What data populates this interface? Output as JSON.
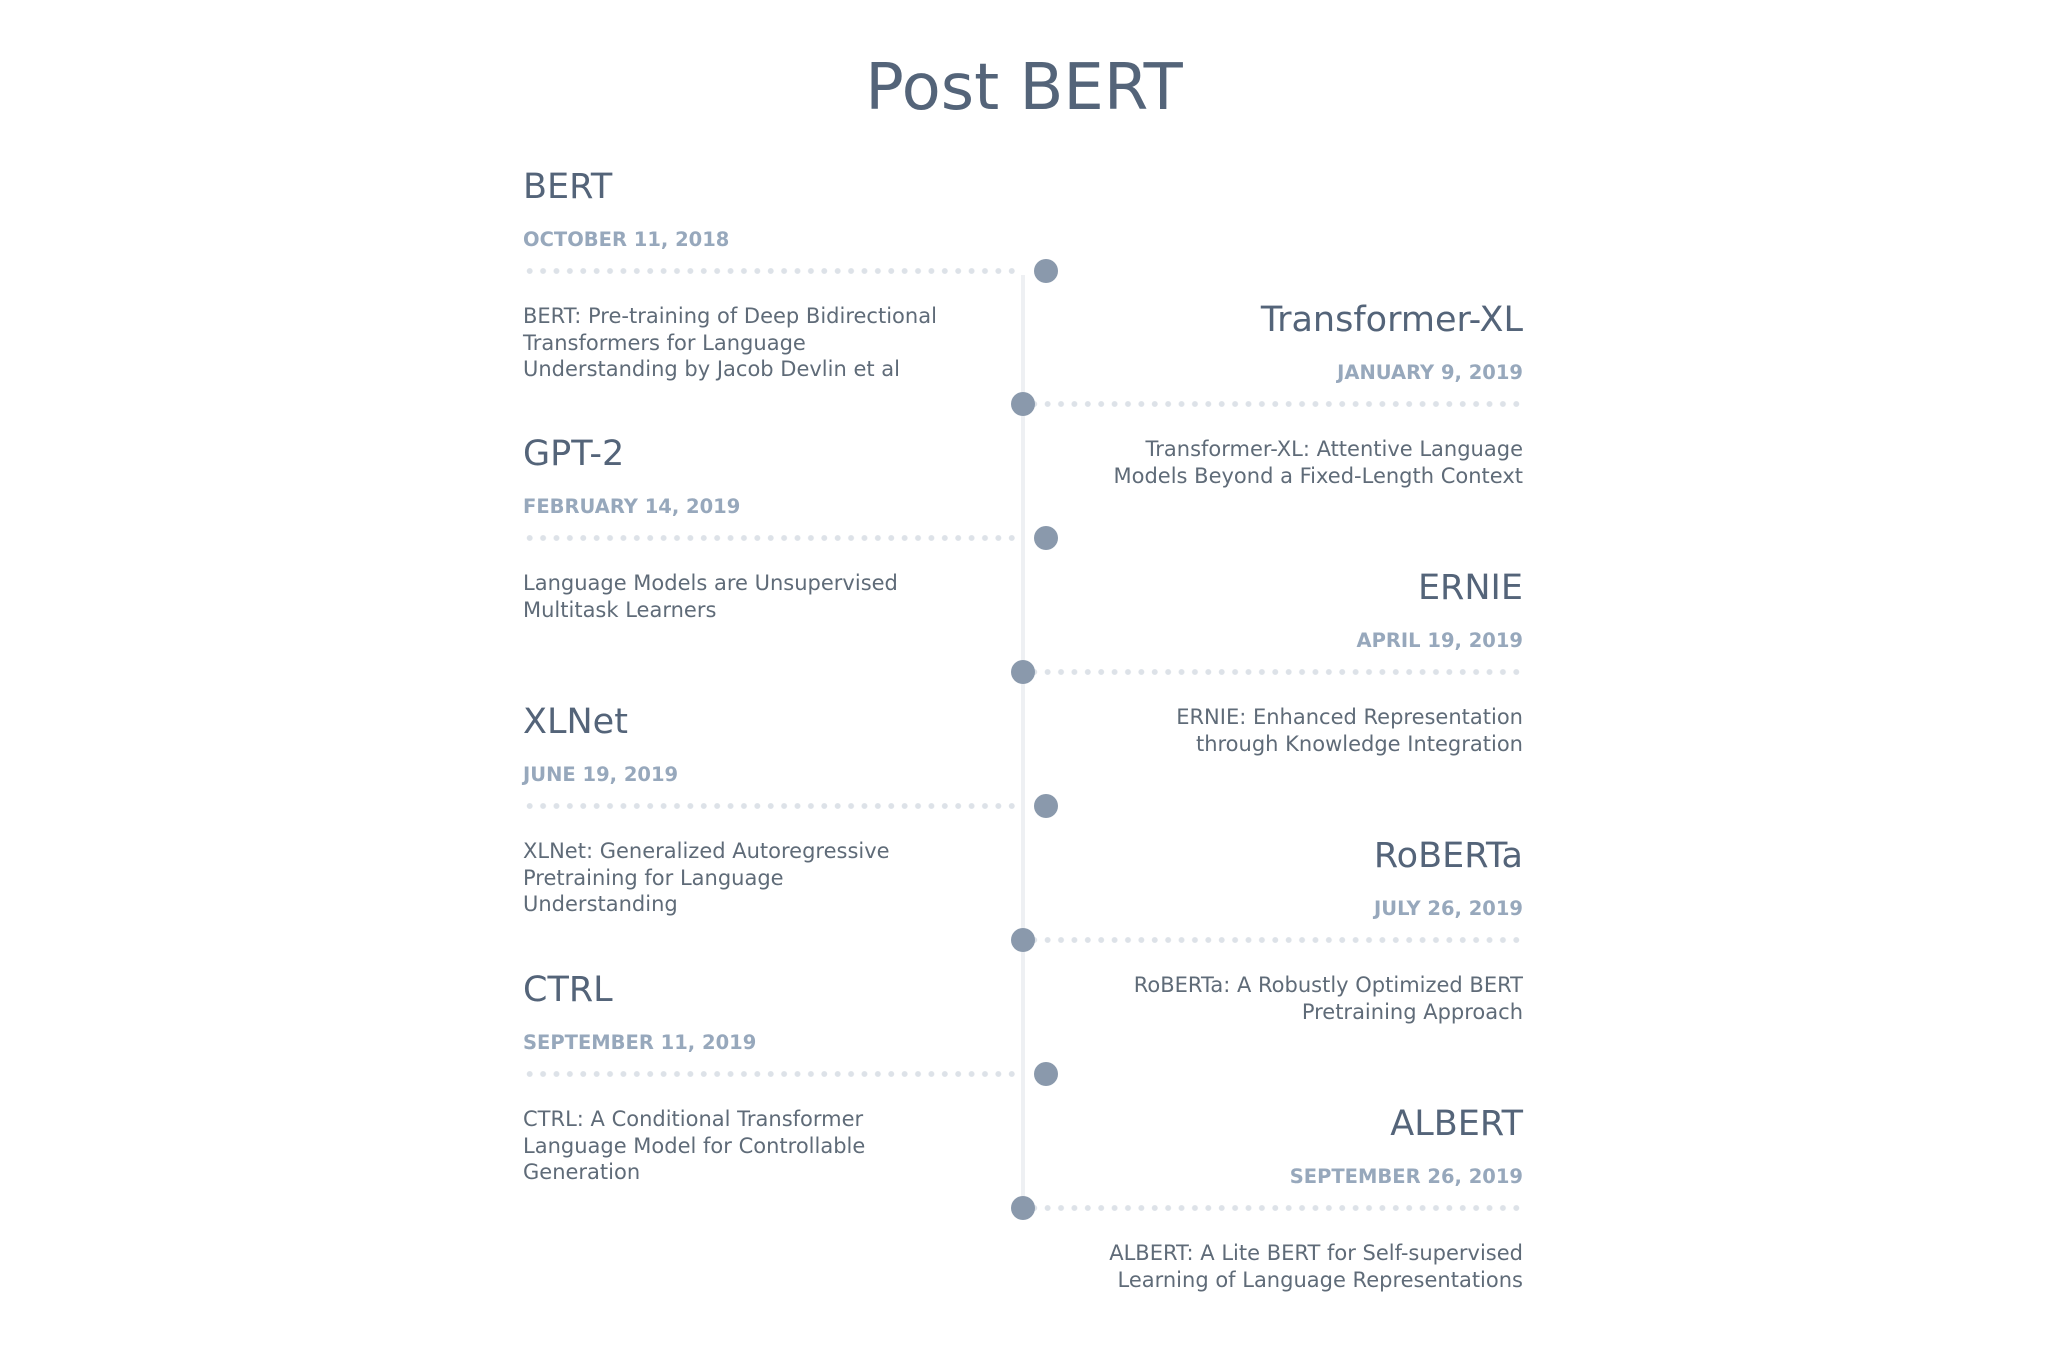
{
  "title": "Post BERT",
  "events": [
    {
      "name": "BERT",
      "date": "OCTOBER 11, 2018",
      "description": "BERT: Pre-training of Deep Bidirectional Transformers for Language Understanding by Jacob Devlin et al"
    },
    {
      "name": "Transformer-XL",
      "date": "JANUARY 9, 2019",
      "description": "Transformer-XL: Attentive Language Models Beyond a Fixed-Length Context"
    },
    {
      "name": "GPT-2",
      "date": "FEBRUARY 14, 2019",
      "description": "Language Models are Unsupervised Multitask Learners"
    },
    {
      "name": "ERNIE",
      "date": "APRIL 19, 2019",
      "description": "ERNIE: Enhanced Representation through Knowledge Integration"
    },
    {
      "name": "XLNet",
      "date": "JUNE 19, 2019",
      "description": "XLNet: Generalized Autoregressive Pretraining for Language Understanding"
    },
    {
      "name": "RoBERTa",
      "date": "JULY 26, 2019",
      "description": "RoBERTa: A Robustly Optimized BERT Pretraining Approach"
    },
    {
      "name": "CTRL",
      "date": "SEPTEMBER 11, 2019",
      "description": "CTRL: A Conditional Transformer Language Model for Controllable Generation"
    },
    {
      "name": "ALBERT",
      "date": "SEPTEMBER 26, 2019",
      "description": "ALBERT: A Lite BERT for Self-supervised Learning of Language Representations"
    }
  ]
}
